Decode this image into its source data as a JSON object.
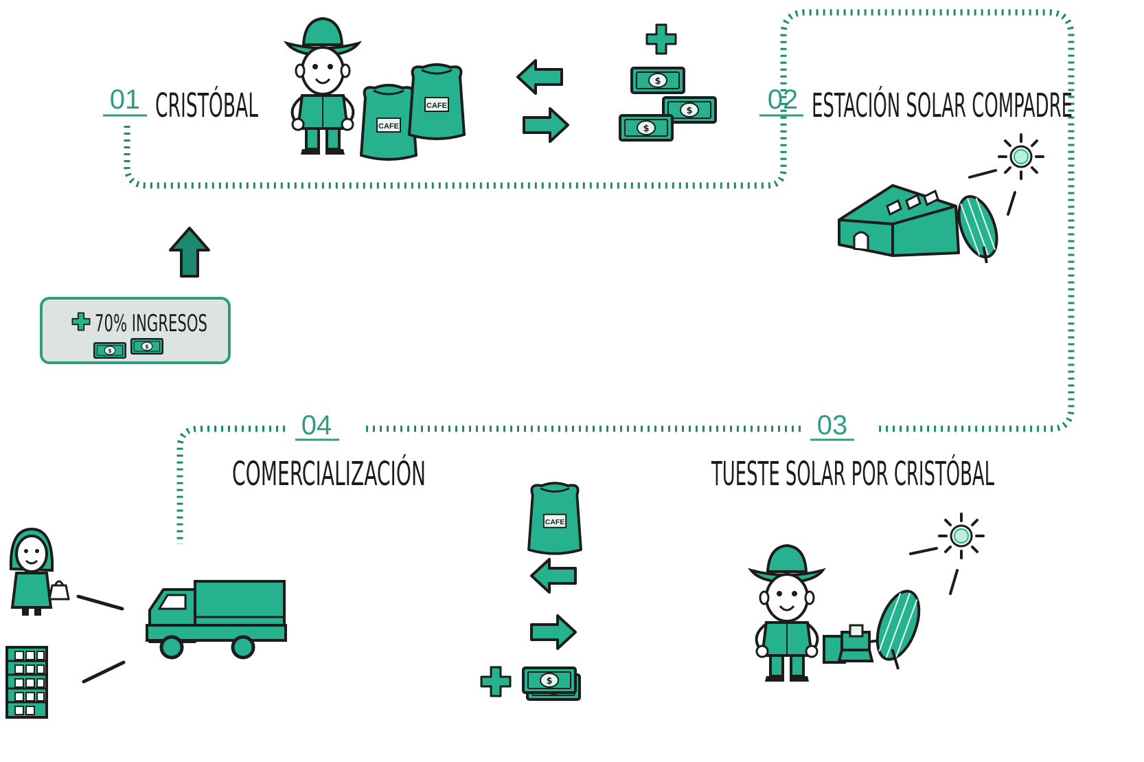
{
  "colors": {
    "accent": "#27b28f",
    "accent_dark": "#1d8a6f",
    "ink": "#1c1c1c",
    "box_fill": "#dde3e1",
    "box_border": "#2f9b80"
  },
  "steps": [
    {
      "number": "01",
      "label": "CRISTÓBAL"
    },
    {
      "number": "02",
      "label": "ESTACIÓN SOLAR COMPADRE"
    },
    {
      "number": "03",
      "label": "TUESTE SOLAR  POR CRISTÓBAL"
    },
    {
      "number": "04",
      "label": "COMERCIALIZACIÓN"
    }
  ],
  "income_box": {
    "plus": "+",
    "text": "70% INGRESOS"
  },
  "sack_label": "CAFE",
  "money_symbol": "$",
  "plus_symbol": "+",
  "icons": [
    "farmer-icon",
    "coffee-sack-icon",
    "arrow-left-icon",
    "arrow-right-icon",
    "money-stack-icon",
    "plus-icon",
    "sun-icon",
    "solar-house-icon",
    "solar-dish-icon",
    "roaster-icon",
    "truck-icon",
    "customer-woman-icon",
    "shop-shelf-icon",
    "arrow-up-icon"
  ]
}
